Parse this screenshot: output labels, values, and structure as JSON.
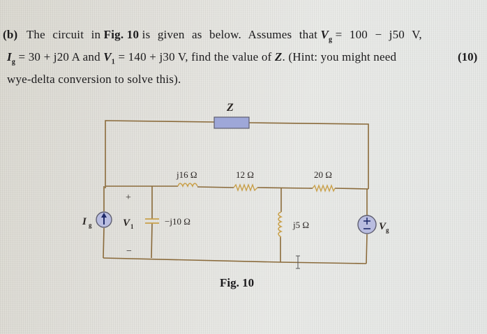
{
  "problem": {
    "part_label": "(b)",
    "line1": {
      "text_a": "The circuit in",
      "fig_ref": "Fig. 10",
      "text_b": "is given as below. Assumes that",
      "vg_symbol": "V",
      "vg_sub": "g",
      "vg_value": "= 100 − j50 V,"
    },
    "line2": {
      "ig_symbol": "I",
      "ig_sub": "g",
      "ig_value": "= 30 + j20 A and",
      "v1_symbol": "V",
      "v1_sub": "1",
      "v1_value": "= 140 + j30 V, find the value of",
      "z_symbol": "Z",
      "hint": ". (Hint: you might need"
    },
    "line3": "wye-delta conversion to solve this).",
    "marks": "(10)"
  },
  "circuit": {
    "z_label": "Z",
    "z_color": "#9ea7d8",
    "wire_color": "#8a6a3a",
    "component_color": "#c9a04a",
    "source_fill": "#b9bde0",
    "components": {
      "inductor_top": "j16 Ω",
      "resistor_middle": "12 Ω",
      "resistor_right": "20 Ω",
      "capacitor": "−j10 Ω",
      "inductor_shunt": "j5 Ω"
    },
    "current_source": {
      "symbol": "I",
      "sub": "g"
    },
    "voltage_label": {
      "symbol": "V",
      "sub": "1",
      "plus": "+",
      "minus": "−"
    },
    "voltage_source": {
      "symbol": "V",
      "sub": "g",
      "plus": "+",
      "minus": "−"
    }
  },
  "caption": "Fig. 10"
}
